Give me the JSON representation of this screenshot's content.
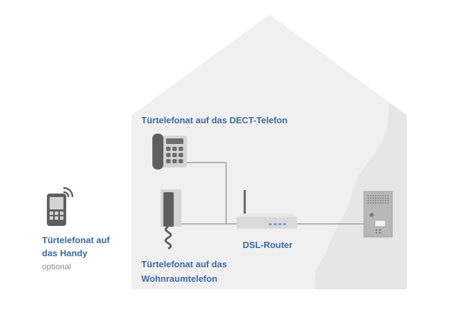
{
  "labels": {
    "dect": "Türtelefonat auf das DECT-Telefon",
    "handset_line1": "Türtelefonat auf das",
    "handset_line2": "Wohnraumtelefon",
    "router": "DSL-Router",
    "mobile_line1": "Türtelefonat auf",
    "mobile_line2": "das Handy",
    "mobile_note": "optional"
  },
  "icons": {
    "house": "house-outline",
    "dect_phone": "desk-phone-icon",
    "wall_handset": "intercom-handset-icon",
    "router": "router-icon",
    "door_station": "door-station-icon",
    "mobile": "mobile-phone-icon",
    "signal": "signal-waves-icon"
  },
  "colors": {
    "house_fill": "#f0f0f0",
    "house_shadow": "#e6e6e6",
    "label_blue": "#3b6aa5",
    "device_gray": "#5f5f5f",
    "device_light": "#d4d4d4",
    "wire": "#9a9a9a",
    "router_led": "#6a9fe0"
  }
}
